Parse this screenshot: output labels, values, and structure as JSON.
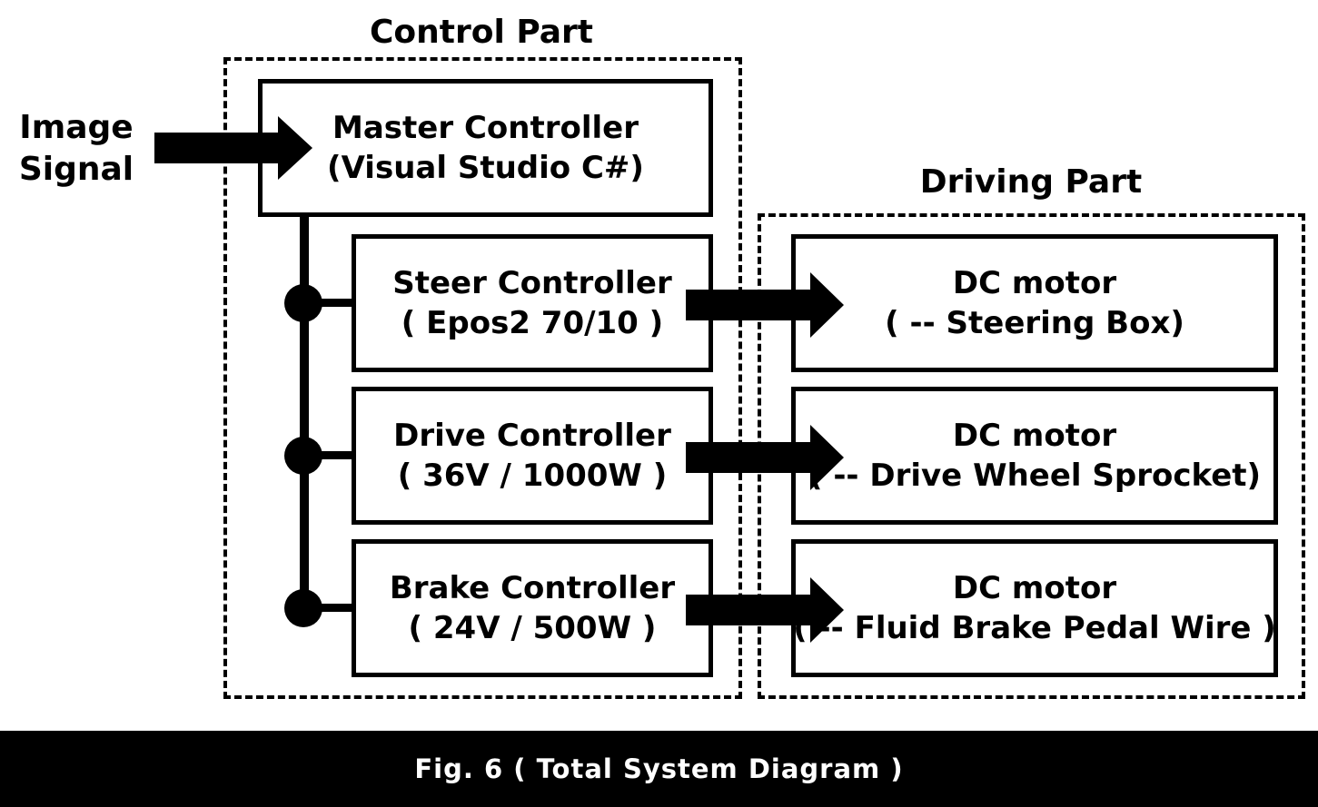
{
  "input": {
    "line1": "Image",
    "line2": "Signal"
  },
  "control_part": {
    "title": "Control Part",
    "master": {
      "line1": "Master Controller",
      "line2": "(Visual Studio C#)"
    },
    "steer": {
      "line1": "Steer Controller",
      "line2": "( Epos2 70/10 )"
    },
    "drive": {
      "line1": "Drive Controller",
      "line2": "( 36V / 1000W )"
    },
    "brake": {
      "line1": "Brake Controller",
      "line2": "( 24V / 500W )"
    }
  },
  "driving_part": {
    "title": "Driving Part",
    "steer_motor": {
      "line1": "DC motor",
      "line2": "( -- Steering Box)"
    },
    "drive_motor": {
      "line1": "DC motor",
      "line2": "( -- Drive Wheel Sprocket)"
    },
    "brake_motor": {
      "line1": "DC motor",
      "line2": "( -- Fluid Brake Pedal Wire )"
    }
  },
  "caption": "Fig. 6 ( Total System Diagram )",
  "colors": {
    "ink": "#000000",
    "background": "#ffffff",
    "caption_bg": "#000000",
    "caption_text": "#ffffff"
  }
}
